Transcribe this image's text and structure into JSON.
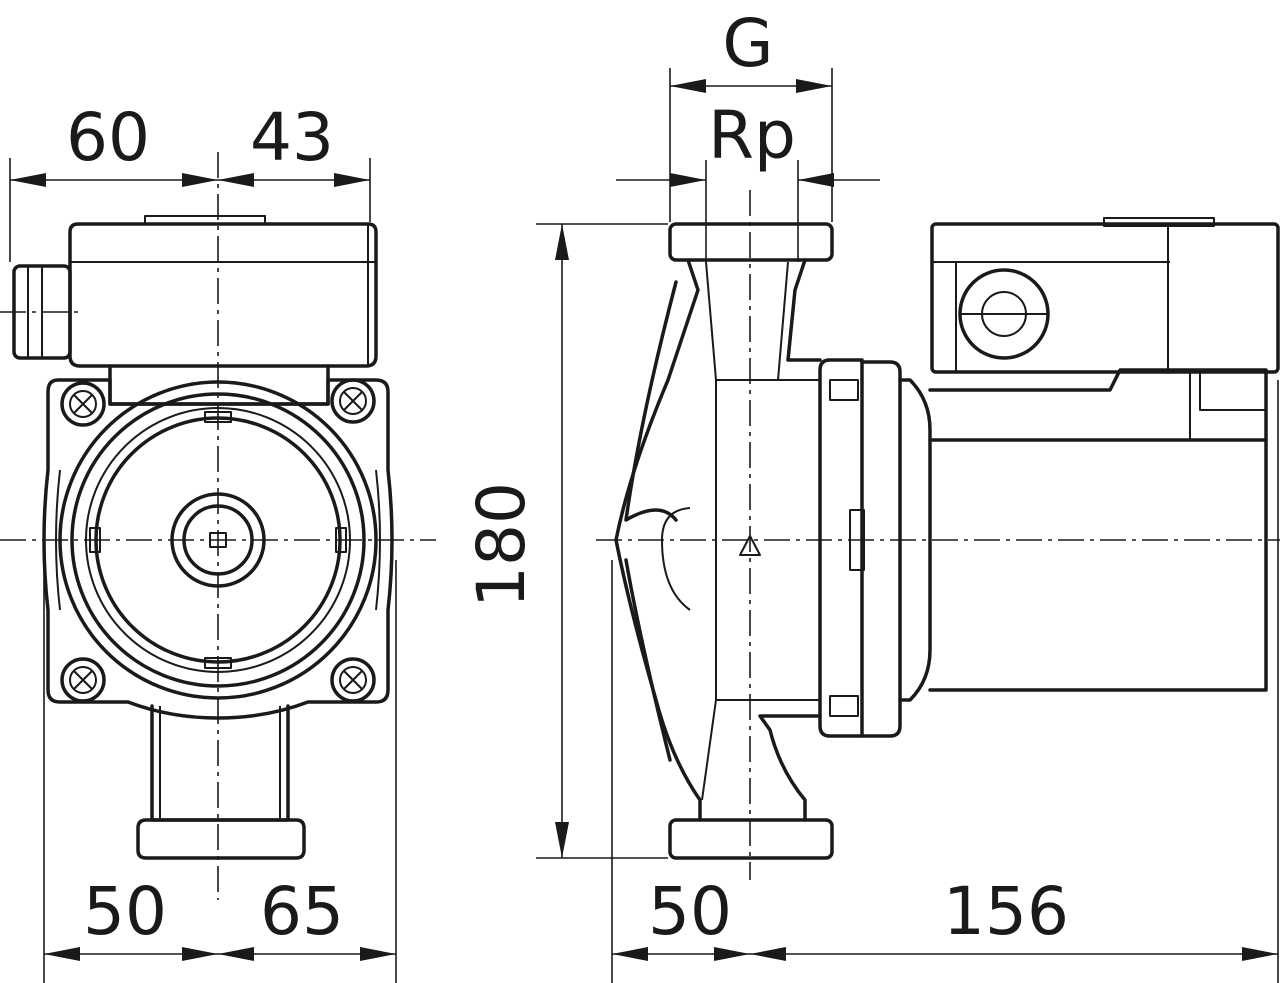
{
  "dimensions": {
    "front_top_left": "60",
    "front_top_right": "43",
    "front_bottom_left": "50",
    "front_bottom_right": "65",
    "side_thread_outer": "G",
    "side_thread_inner": "Rp",
    "side_height": "180",
    "side_bottom_left": "50",
    "side_bottom_right": "156"
  }
}
